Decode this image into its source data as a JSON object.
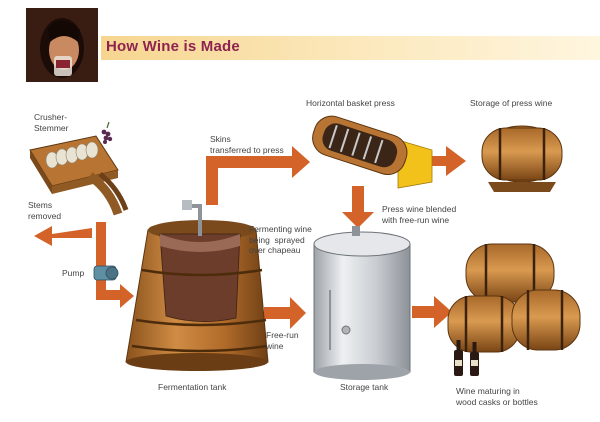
{
  "header": {
    "title": "How Wine is Made"
  },
  "labels": {
    "crusher": "Crusher-\nStemmer",
    "stems": "Stems\nremoved",
    "pump": "Pump",
    "skins": "Skins\ntransferred to press",
    "press": "Horizontal basket press",
    "storage_press": "Storage of press wine",
    "blended": "Press wine blended\nwith free-run wine",
    "fermenting": "Fermenting wine\nbeing  sprayed\nover chapeau",
    "freerun": "Free-run\nwine",
    "fermentation_tank": "Fermentation tank",
    "storage_tank": "Storage tank",
    "maturing": "Wine maturing in\nwood casks or bottles"
  },
  "colors": {
    "arrow": "#d4632a",
    "title": "#8e2350",
    "wood": "#b87432",
    "wood_dark": "#7a4a1c",
    "steel": "#d9dce0",
    "press_yellow": "#f2c21b"
  }
}
